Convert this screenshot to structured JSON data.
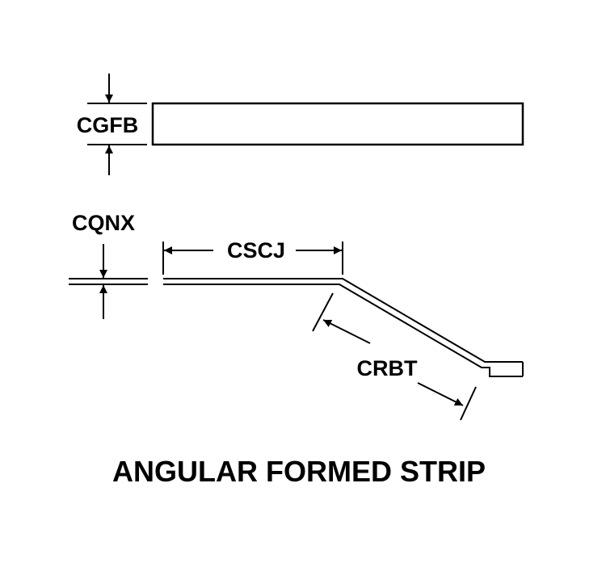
{
  "colors": {
    "background": "#ffffff",
    "ink": "#000000"
  },
  "labels": {
    "thickness_top": "CGFB",
    "thickness_section": "CQNX",
    "flat_length": "CSCJ",
    "angled_length": "CRBT"
  },
  "title": "ANGULAR FORMED STRIP"
}
